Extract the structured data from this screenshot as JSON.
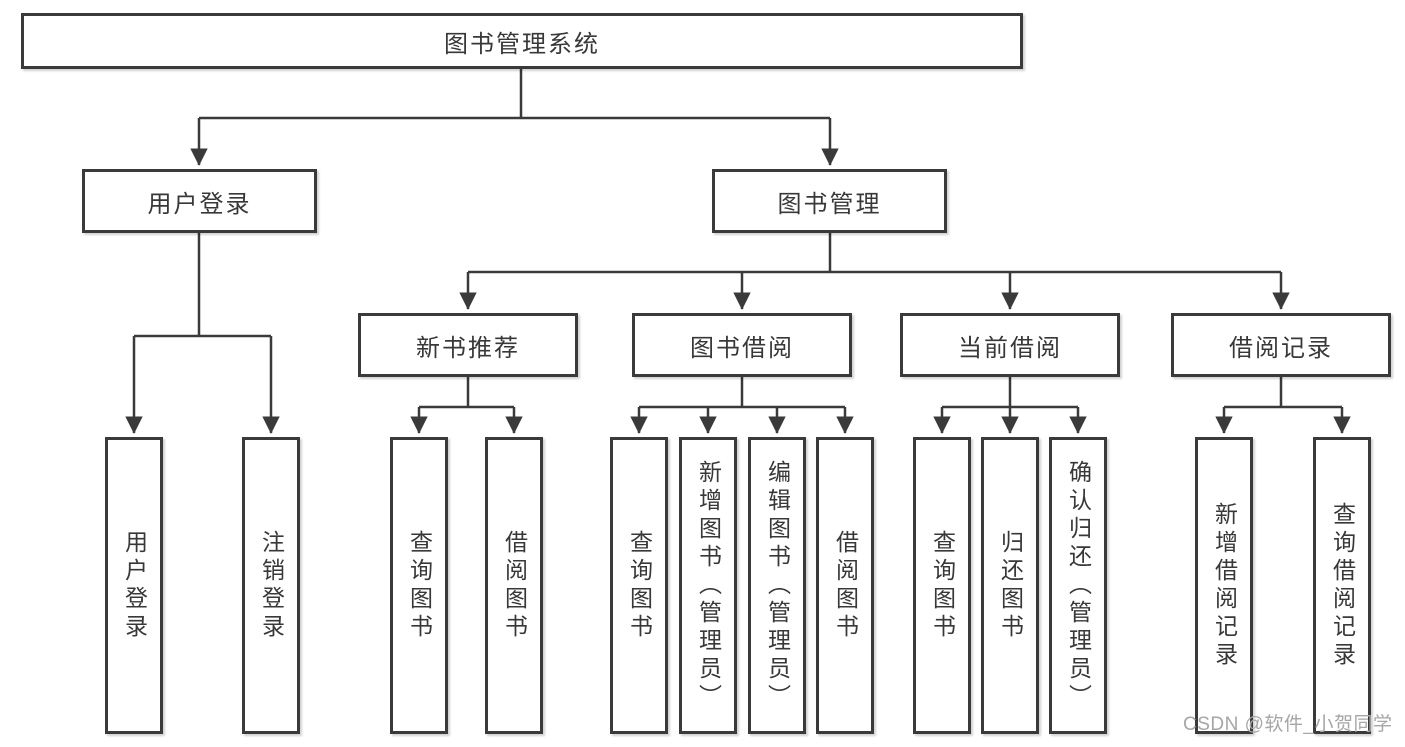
{
  "colors": {
    "line": "#3a3a3a",
    "box_border": "#3a3a3a",
    "text": "#383838",
    "background": "#ffffff",
    "watermark": "#a6a6a6"
  },
  "tree": {
    "root": "图书管理系统",
    "level2": [
      "用户登录",
      "图书管理"
    ],
    "level3": [
      "新书推荐",
      "图书借阅",
      "当前借阅",
      "借阅记录"
    ],
    "leaves": {
      "user_login": [
        "用户登录",
        "注销登录"
      ],
      "new_books": [
        "查询图书",
        "借阅图书"
      ],
      "book_borrow": [
        "查询图书",
        "新增图书（管理员）",
        "编辑图书（管理员）",
        "借阅图书"
      ],
      "current_borrow": [
        "查询图书",
        "归还图书",
        "确认归还（管理员）"
      ],
      "borrow_records": [
        "新增借阅记录",
        "查询借阅记录"
      ]
    }
  },
  "watermark": {
    "text": "CSDN @软件_小贺同学"
  }
}
